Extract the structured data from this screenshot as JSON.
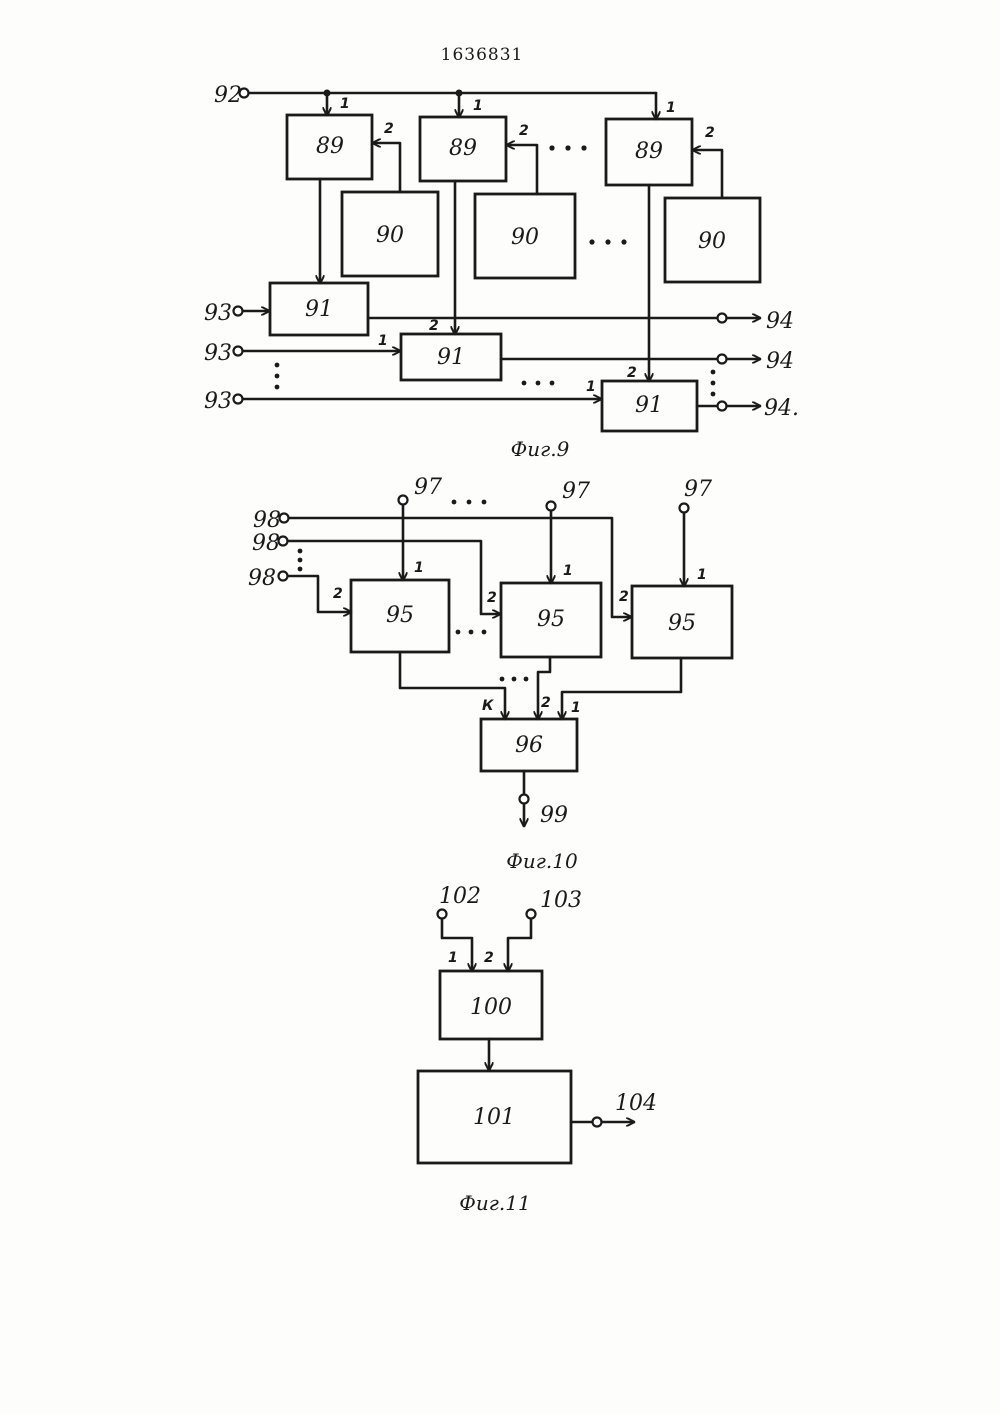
{
  "patent_number": "1636831",
  "fig9": {
    "caption": "Фиг.9",
    "block_89": "89",
    "block_90": "90",
    "block_91": "91",
    "input_92": "92",
    "input_93": "93",
    "output_94": "94",
    "output_94_last": "94.",
    "pin_1": "1",
    "pin_2": "2"
  },
  "fig10": {
    "caption": "Фиг.10",
    "block_95": "95",
    "block_96": "96",
    "input_97": "97",
    "input_98": "98",
    "output_99": "99",
    "pin_1": "1",
    "pin_2": "2",
    "pin_k": "К"
  },
  "fig11": {
    "caption": "Фиг.11",
    "block_100": "100",
    "block_101": "101",
    "input_102": "102",
    "input_103": "103",
    "output_104": "104",
    "pin_1": "1",
    "pin_2": "2"
  }
}
